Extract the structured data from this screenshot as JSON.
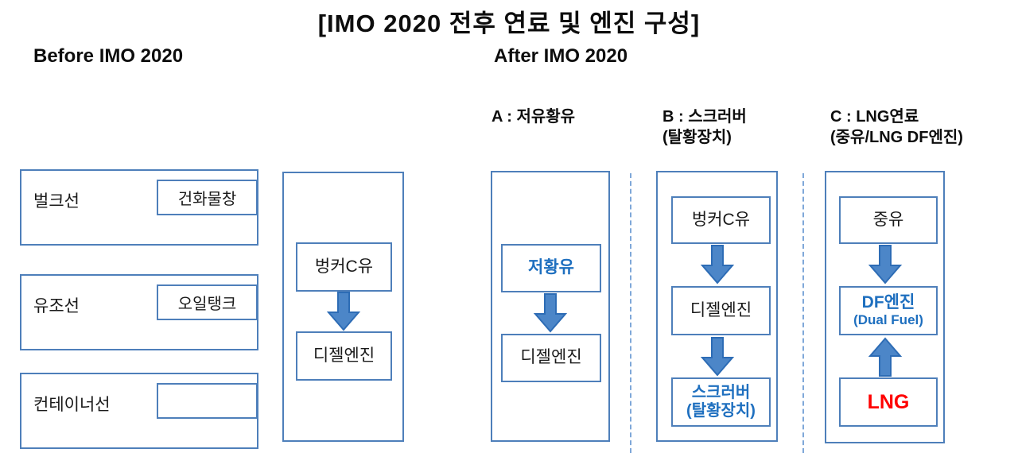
{
  "title": "[IMO 2020 전후 연료 및 엔진 구성]",
  "headings": {
    "before": "Before IMO 2020",
    "after": "After IMO 2020"
  },
  "option_headers": {
    "a_line1": "A : 저유황유",
    "b_line1": "B : 스크러버",
    "b_line2": "(탈황장치)",
    "c_line1": "C : LNG연료",
    "c_line2": "(중유/LNG DF엔진)"
  },
  "ships": [
    {
      "type": "벌크선",
      "hold": "건화물창"
    },
    {
      "type": "유조선",
      "hold": "오일탱크"
    },
    {
      "type": "컨테이너선",
      "hold": ""
    }
  ],
  "before_flow": {
    "fuel": "벙커C유",
    "engine": "디젤엔진"
  },
  "option_a": {
    "fuel": "저황유",
    "engine": "디젤엔진"
  },
  "option_b": {
    "fuel": "벙커C유",
    "engine": "디젤엔진",
    "scrubber_line1": "스크러버",
    "scrubber_line2": "(탈황장치)"
  },
  "option_c": {
    "fuel": "중유",
    "engine_line1": "DF엔진",
    "engine_line2": "(Dual Fuel)",
    "lng": "LNG"
  },
  "colors": {
    "box_border": "#4E7FBA",
    "arrow_fill": "#4C86C8",
    "arrow_stroke": "#2D6CB5",
    "blue_text": "#1E6FBF",
    "red_text": "#FF0000",
    "dashed_line": "#7FA8D9"
  }
}
